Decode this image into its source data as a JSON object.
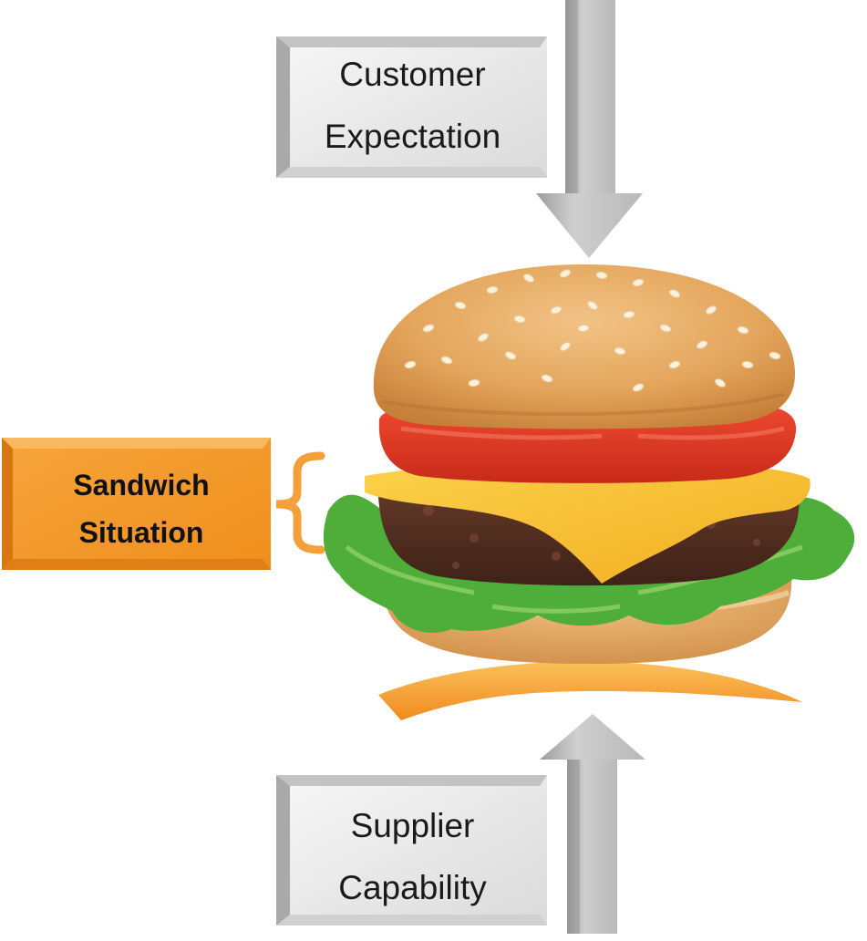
{
  "top_box": {
    "line1": "Customer",
    "line2": "Expectation"
  },
  "bottom_box": {
    "line1": "Supplier",
    "line2": "Capability"
  },
  "side_box": {
    "line1": "Sandwich",
    "line2": "Situation"
  },
  "colors": {
    "grey_box": "#e6e6e6",
    "orange_box": "#f39a2c",
    "orange_accent": "#f7a23a",
    "bun": "#e0a45a",
    "tomato": "#e23a26",
    "cheese": "#f7c332",
    "patty": "#5a3324",
    "lettuce": "#4fae3a"
  },
  "icons": {
    "down_arrow": "down-arrow-icon",
    "up_arrow": "up-arrow-icon",
    "bracket": "curly-bracket-icon",
    "burger": "hamburger-icon"
  }
}
